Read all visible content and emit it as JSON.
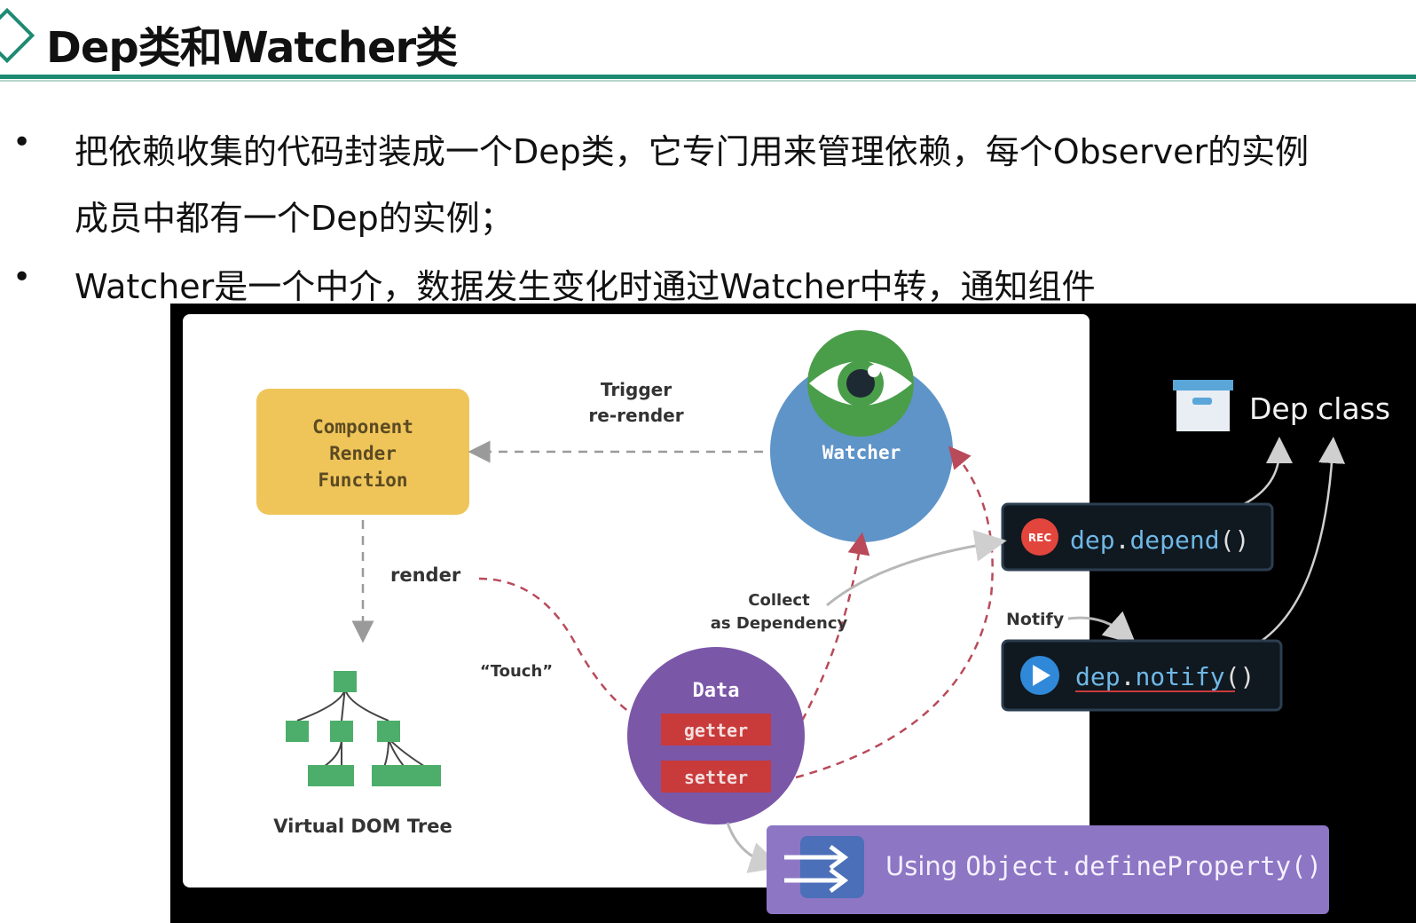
{
  "header": {
    "title": "Dep类和Watcher类"
  },
  "bullets": [
    {
      "line1": "把依赖收集的代码封装成一个Dep类，它专门用来管理依赖，每个Observer的实例",
      "line2": "成员中都有一个Dep的实例；"
    },
    {
      "line1": "Watcher是一个中介，数据发生变化时通过Watcher中转，通知组件"
    }
  ],
  "diagram": {
    "component_box": [
      "Component",
      "Render",
      "Function"
    ],
    "trigger_label": [
      "Trigger",
      "re-render"
    ],
    "watcher_label": "Watcher",
    "render_label": "render",
    "touch_label": "“Touch”",
    "collect_label": [
      "Collect",
      "as Dependency"
    ],
    "notify_label": "Notify",
    "data_label": "Data",
    "getter_label": "getter",
    "setter_label": "setter",
    "vdom_label": "Virtual DOM Tree",
    "dep_class_label": "Dep class",
    "rec_badge": "REC",
    "depend_code": {
      "obj": "dep",
      "dot": ".",
      "method": "depend",
      "parens": "()"
    },
    "notify_code": {
      "obj": "dep",
      "dot": ".",
      "method": "notify",
      "parens": "()"
    },
    "define_property": {
      "prefix": "Using ",
      "code": "Object.defineProperty()"
    },
    "colors": {
      "component_box": "#efc55a",
      "watcher": "#5f94c8",
      "eye_green": "#4a9e4a",
      "data_circle": "#7b57a8",
      "getter_setter": "#c93a3a",
      "dashed_red": "#b94a5a",
      "tree_green": "#4cae6a",
      "define_bar": "#8d76c4",
      "code_blue": "#6fb8e6"
    }
  }
}
